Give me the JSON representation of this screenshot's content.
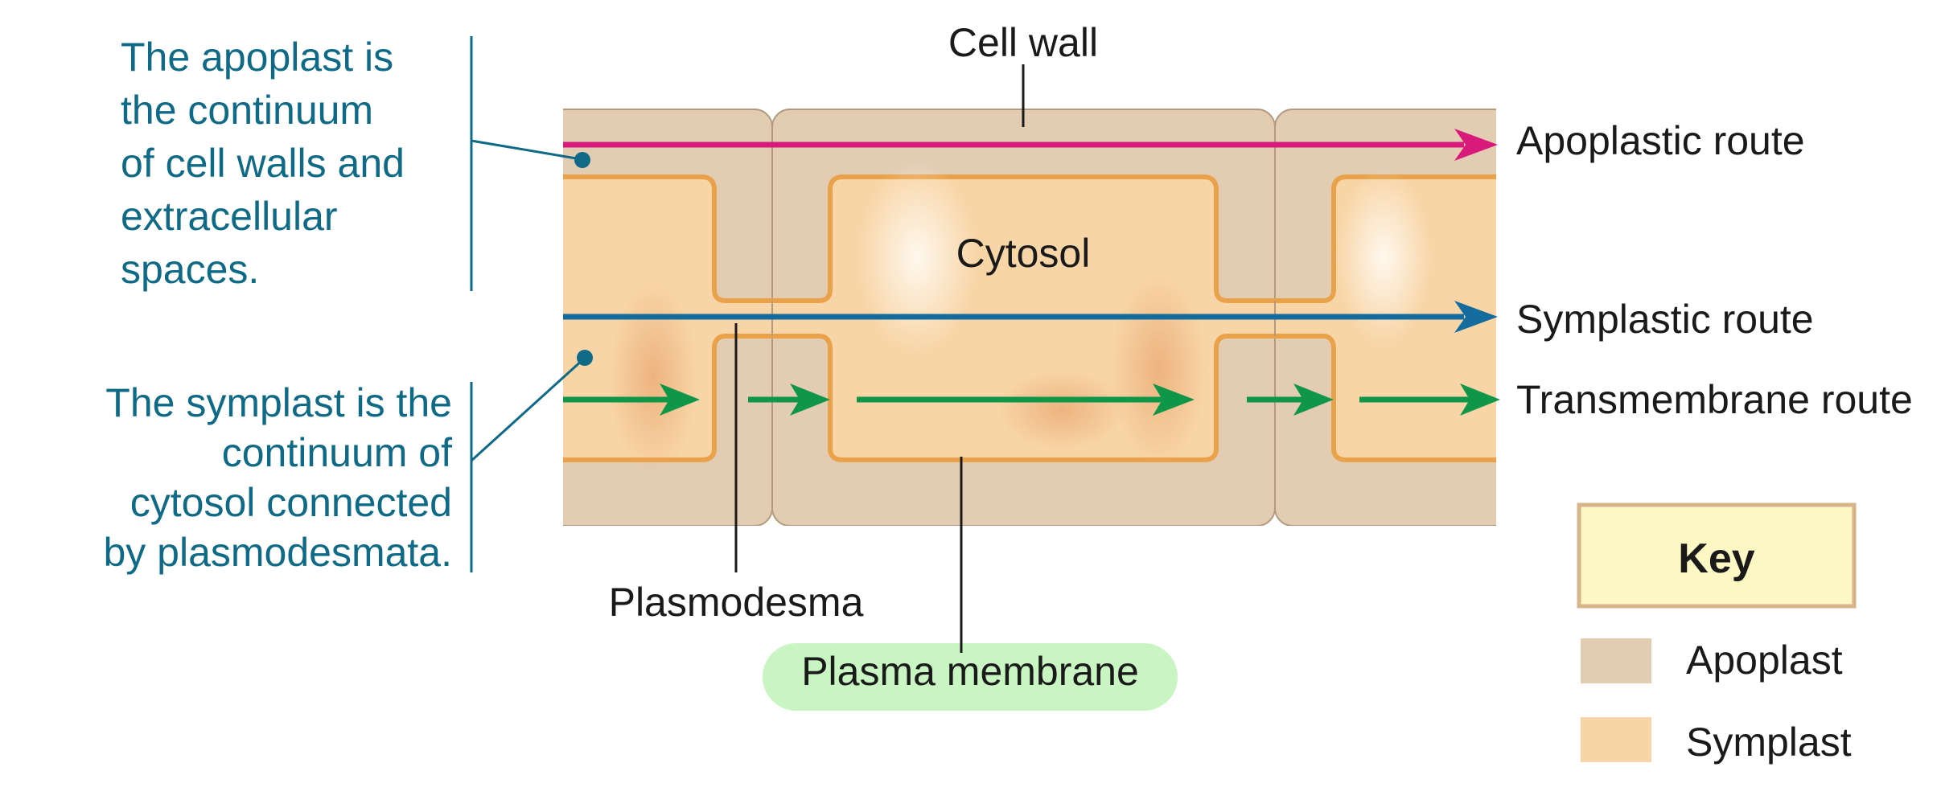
{
  "annotations": {
    "apoplast": [
      "The apoplast is",
      "the continuum",
      "of cell walls and",
      "extracellular",
      "spaces."
    ],
    "symplast": [
      "The symplast is the",
      "continuum of",
      "cytosol connected",
      "by plasmodesmata."
    ]
  },
  "labels": {
    "cell_wall": "Cell wall",
    "cytosol": "Cytosol",
    "plasmodesma": "Plasmodesma",
    "plasma_membrane": "Plasma membrane"
  },
  "routes": {
    "apoplastic": "Apoplastic route",
    "symplastic": "Symplastic route",
    "transmembrane": "Transmembrane route"
  },
  "key": {
    "title": "Key",
    "items": [
      {
        "label": "Apoplast",
        "color": "#e2cdb3"
      },
      {
        "label": "Symplast",
        "color": "#f8d5a6"
      }
    ]
  },
  "colors": {
    "apoplast": "#e2cdb3",
    "symplast": "#f8d5a6",
    "apoplastic_route": "#d81b7a",
    "symplastic_route": "#136b9e",
    "transmembrane_route": "#0f9648",
    "annotation_text": "#0e6a86",
    "plasma_membrane_badge": "#c8f5c2",
    "key_background": "#fdf7c4"
  }
}
